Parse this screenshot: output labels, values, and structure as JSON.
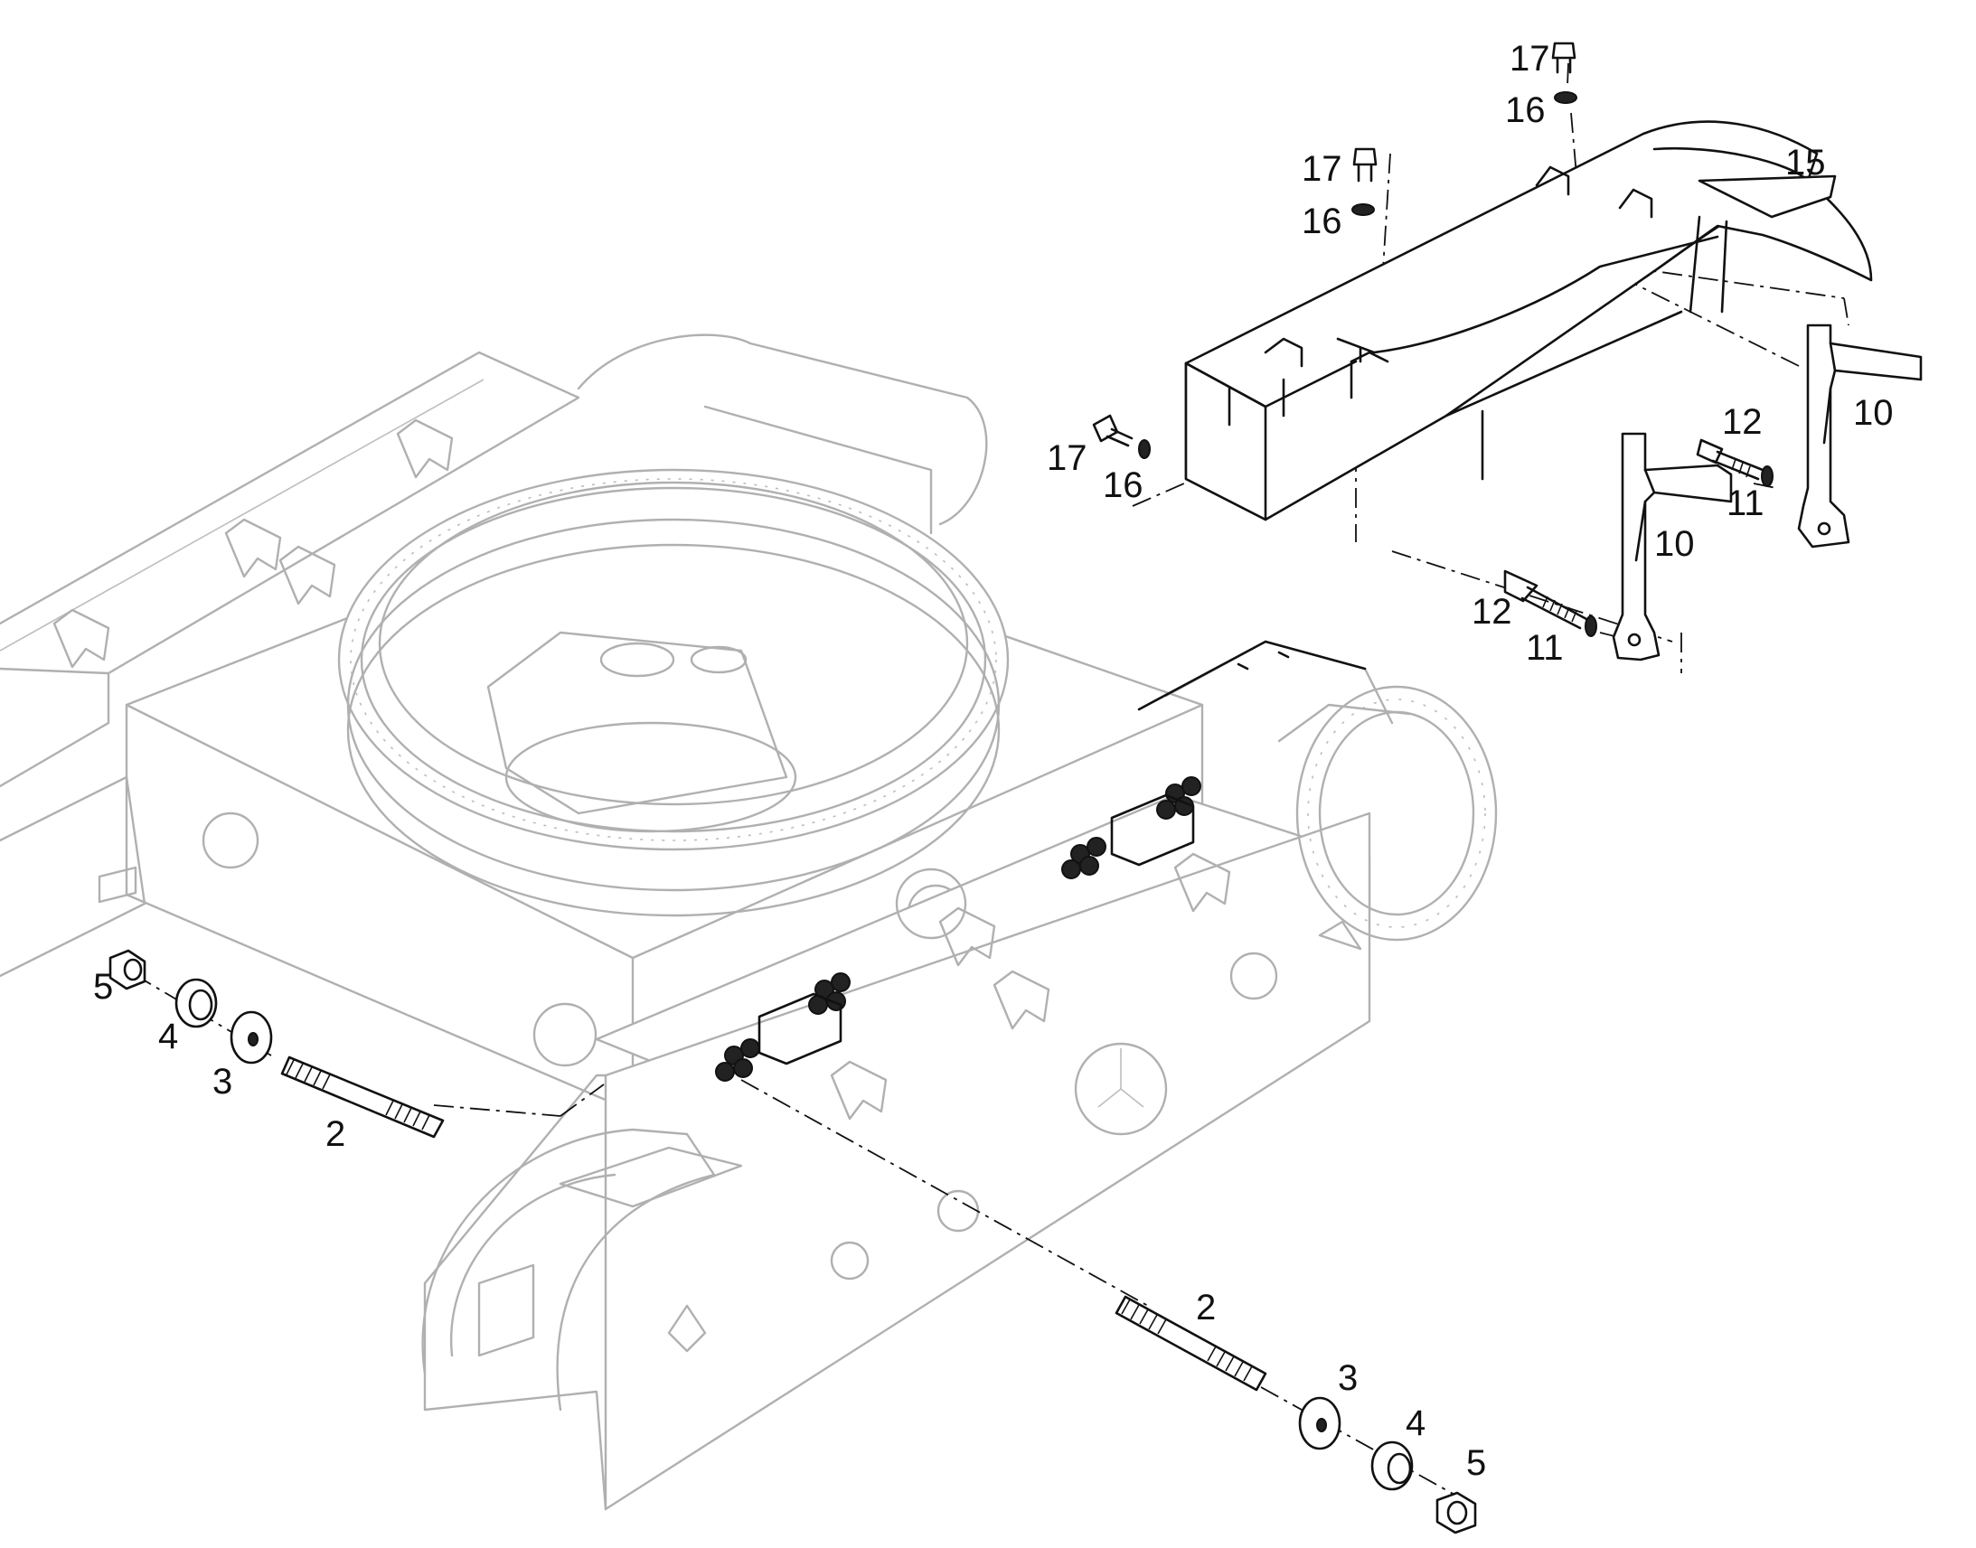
{
  "callouts": {
    "c2a": "2",
    "c3a": "3",
    "c4a": "4",
    "c5a": "5",
    "c2b": "2",
    "c3b": "3",
    "c4b": "4",
    "c5b": "5",
    "c10a": "10",
    "c10b": "10",
    "c11a": "11",
    "c11b": "11",
    "c12a": "12",
    "c12b": "12",
    "c15": "15",
    "c16a": "16",
    "c16b": "16",
    "c16c": "16",
    "c17a": "17",
    "c17b": "17",
    "c17c": "17"
  },
  "colors": {
    "line": "#111111",
    "ghost": "#b0b0b0",
    "background": "#ffffff"
  }
}
